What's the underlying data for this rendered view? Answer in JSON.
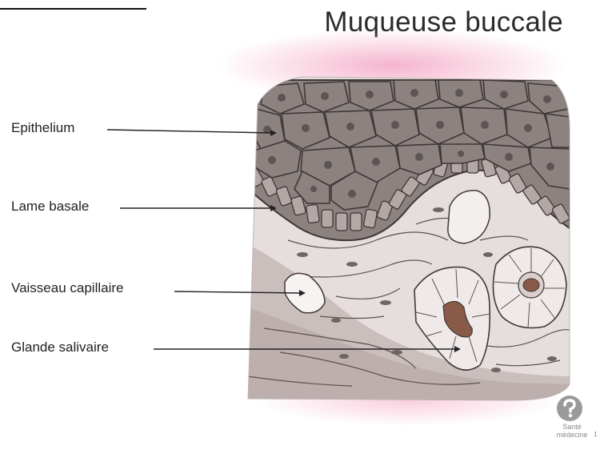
{
  "title": "Muqueuse buccale",
  "labels": {
    "epithelium": "Epithelium",
    "lame_basale": "Lame basale",
    "vaisseau_capillaire": "Vaisseau capillaire",
    "glande_salivaire": "Glande salivaire"
  },
  "logo": {
    "text": "Santé\nmédecine",
    "number": "1",
    "icon": "question-mark-icon"
  },
  "colors": {
    "epithelium_cell": "#8c8280",
    "cell_outline": "#3e3836",
    "connective_tissue": "#e6dedd",
    "deep_tissue": "#cbbfbd",
    "gland_lumen": "#8a5a48",
    "glow": "#f4a7c4"
  }
}
